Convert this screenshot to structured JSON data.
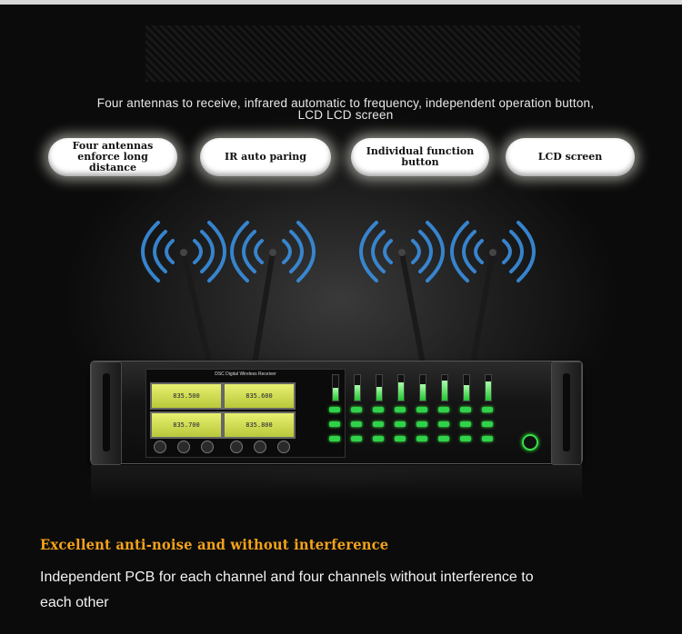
{
  "header": {
    "headline": "Four antennas to receive, infrared automatic to frequency, independent operation button, LCD LCD screen"
  },
  "features": [
    {
      "label": "Four antennas enforce long distance"
    },
    {
      "label": "IR auto paring"
    },
    {
      "label": "Individual function button"
    },
    {
      "label": "LCD screen"
    }
  ],
  "device": {
    "brand": "DSC Digital Wireless Receiver",
    "lcd_readouts": [
      "835.500",
      "835.600",
      "835.700",
      "835.800"
    ],
    "signal_icon": "wifi-signal-icon",
    "channel_levels": [
      0.5,
      0.6,
      0.55,
      0.7,
      0.65,
      0.8,
      0.6,
      0.75
    ],
    "accent_color": "#2fd24a"
  },
  "footer": {
    "subheading": "Excellent anti-noise and without interference",
    "description": "Independent PCB for each channel and four channels without interference to each other"
  },
  "colors": {
    "subheading": "#f3a21a",
    "wave": "#3a8fe0"
  }
}
